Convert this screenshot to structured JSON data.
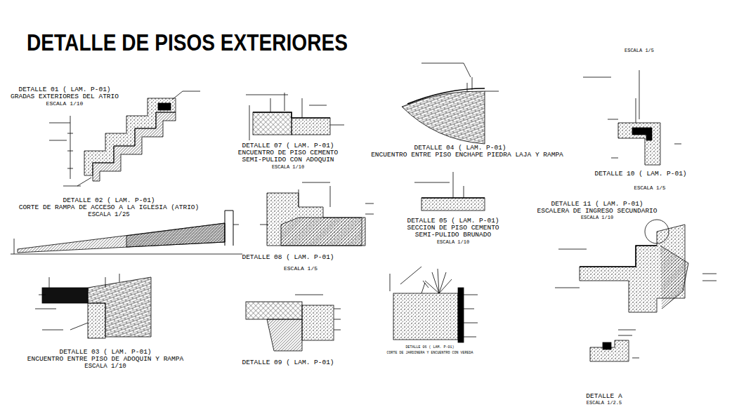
{
  "diagram": {
    "title": "DETALLE DE PISOS EXTERIORES",
    "labels": [
      "ESCALA 1/5",
      "DETALLE 01 ( LAM. P-01)",
      "GRADAS EXTERIORES DEL ATRIO",
      "ESCALA 1/10",
      "DETALLE 07 ( LAM. P-01)",
      "ENCUENTRO DE PISO CEMENTO",
      "SEMI-PULIDO CON ADOQUIN",
      "ESCALA 1/10",
      "DETALLE 04 ( LAM. P-01)",
      "ENCUENTRO ENTRE PISO ENCHAPE PIEDRA LAJA Y RAMPA",
      "DETALLE 10 ( LAM. P-01)",
      "ESCALA 1/5",
      "DETALLE 02 ( LAM. P-01)",
      "CORTE DE RAMPA DE ACCESO A LA IGLESIA (ATRIO)",
      "ESCALA 1/25",
      "DETALLE 05 ( LAM. P-01)",
      "SECCION DE PISO CEMENTO",
      "SEMI-PULIDO BRUNADO",
      "ESCALA 1/10",
      "DETALLE 08 ( LAM. P-01)",
      "ESCALA 1/5",
      "DETALLE 11 ( LAM. P-01)",
      "ESCALERA DE INGRESO SECUNDARIO",
      "ESCALA 1/10",
      "DETALLE 03 ( LAM. P-01)",
      "ENCUENTRO ENTRE PISO DE ADOQUIN Y RAMPA",
      "ESCALA 1/10",
      "DETALLE 09 ( LAM. P-01)",
      "DETALLE 06 ( LAM. P-01)",
      "CORTE DE JARDINERA Y ENCUENTRO CON VEREDA",
      "DETALLE A",
      "ESCALA 1/2.5"
    ]
  }
}
